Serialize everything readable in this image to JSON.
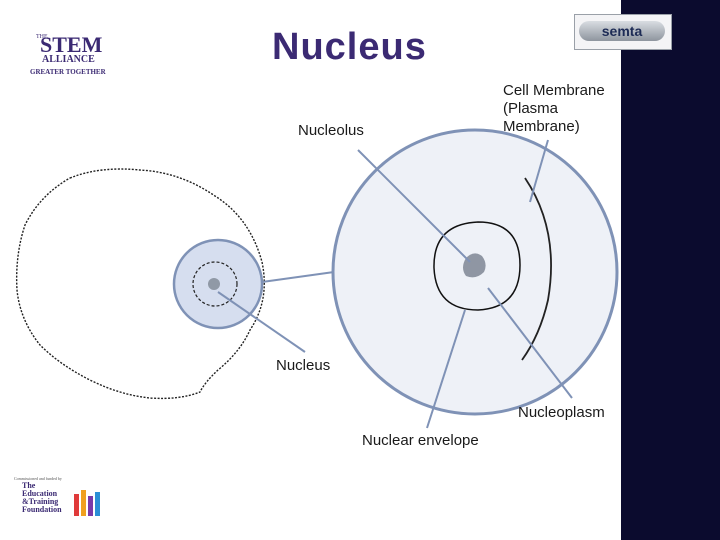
{
  "slide": {
    "title": "Nucleus",
    "accent_bar_color": "#0b0b2e",
    "title_color": "#3b2a73"
  },
  "logos": {
    "stem": {
      "the": "THE",
      "stem": "STEM",
      "alliance": "ALLIANCE",
      "tagline": "GREATER TOGETHER"
    },
    "semta": {
      "text": "semta"
    },
    "etf": {
      "tiny": "Commissioned and funded by",
      "line1": "The",
      "line2": "Education",
      "line3": "&Training",
      "line4": "Foundation"
    }
  },
  "labels": {
    "cell_membrane": "Cell Membrane (Plasma Membrane)",
    "nucleolus": "Nucleolus",
    "nucleus": "Nucleus",
    "nucleoplasm": "Nucleoplasm",
    "nuclear_envelope": "Nuclear envelope"
  }
}
